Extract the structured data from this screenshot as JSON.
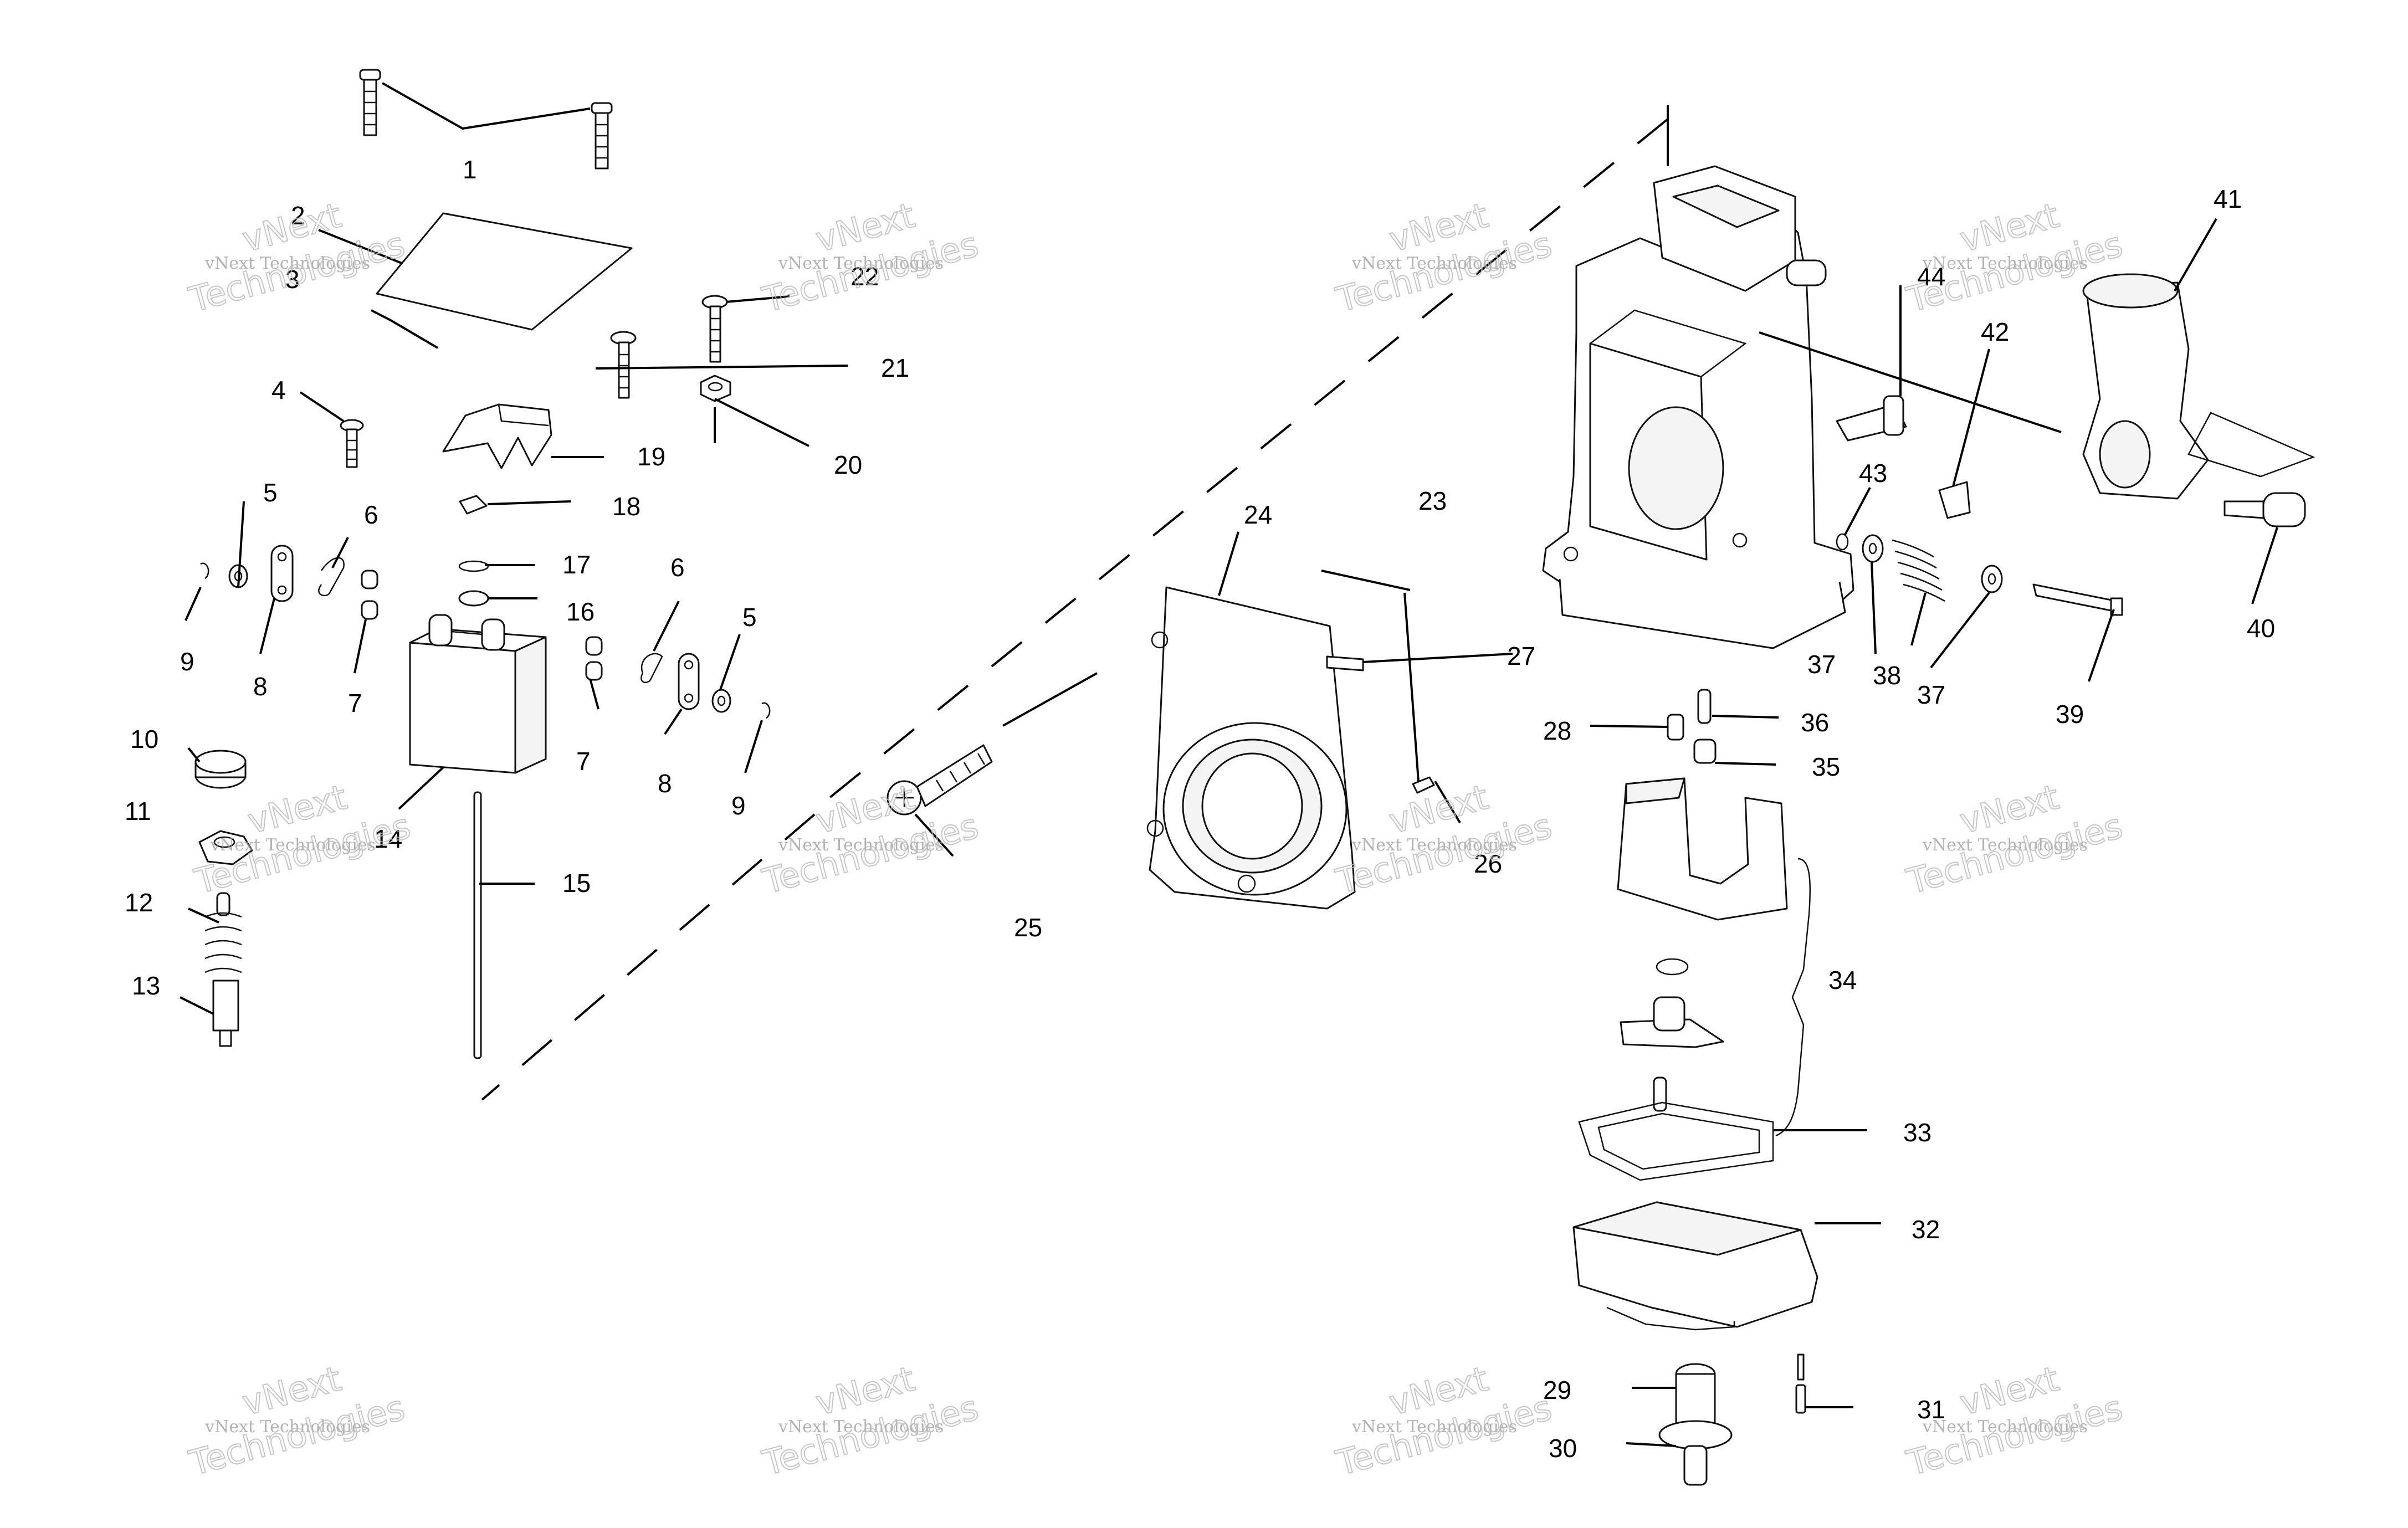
{
  "watermark": {
    "line1": "vNext Technologies",
    "line2_top": "vNext",
    "line2_bottom": "Technologies"
  },
  "callouts": [
    {
      "id": "1",
      "label": "1"
    },
    {
      "id": "2",
      "label": "2"
    },
    {
      "id": "3",
      "label": "3"
    },
    {
      "id": "4",
      "label": "4"
    },
    {
      "id": "5a",
      "label": "5"
    },
    {
      "id": "5b",
      "label": "5"
    },
    {
      "id": "6a",
      "label": "6"
    },
    {
      "id": "6b",
      "label": "6"
    },
    {
      "id": "7a",
      "label": "7"
    },
    {
      "id": "7b",
      "label": "7"
    },
    {
      "id": "8a",
      "label": "8"
    },
    {
      "id": "8b",
      "label": "8"
    },
    {
      "id": "9a",
      "label": "9"
    },
    {
      "id": "9b",
      "label": "9"
    },
    {
      "id": "10",
      "label": "10"
    },
    {
      "id": "11",
      "label": "11"
    },
    {
      "id": "12",
      "label": "12"
    },
    {
      "id": "13",
      "label": "13"
    },
    {
      "id": "14",
      "label": "14"
    },
    {
      "id": "15",
      "label": "15"
    },
    {
      "id": "16",
      "label": "16"
    },
    {
      "id": "17",
      "label": "17"
    },
    {
      "id": "18",
      "label": "18"
    },
    {
      "id": "19",
      "label": "19"
    },
    {
      "id": "20",
      "label": "20"
    },
    {
      "id": "21",
      "label": "21"
    },
    {
      "id": "22",
      "label": "22"
    },
    {
      "id": "23",
      "label": "23"
    },
    {
      "id": "24",
      "label": "24"
    },
    {
      "id": "25",
      "label": "25"
    },
    {
      "id": "26",
      "label": "26"
    },
    {
      "id": "27",
      "label": "27"
    },
    {
      "id": "28",
      "label": "28"
    },
    {
      "id": "29",
      "label": "29"
    },
    {
      "id": "30",
      "label": "30"
    },
    {
      "id": "31",
      "label": "31"
    },
    {
      "id": "32",
      "label": "32"
    },
    {
      "id": "33",
      "label": "33"
    },
    {
      "id": "34",
      "label": "34"
    },
    {
      "id": "35",
      "label": "35"
    },
    {
      "id": "36",
      "label": "36"
    },
    {
      "id": "37a",
      "label": "37"
    },
    {
      "id": "37b",
      "label": "37"
    },
    {
      "id": "38",
      "label": "38"
    },
    {
      "id": "39",
      "label": "39"
    },
    {
      "id": "40",
      "label": "40"
    },
    {
      "id": "41",
      "label": "41"
    },
    {
      "id": "42",
      "label": "42"
    },
    {
      "id": "43",
      "label": "43"
    },
    {
      "id": "44",
      "label": "44"
    }
  ]
}
